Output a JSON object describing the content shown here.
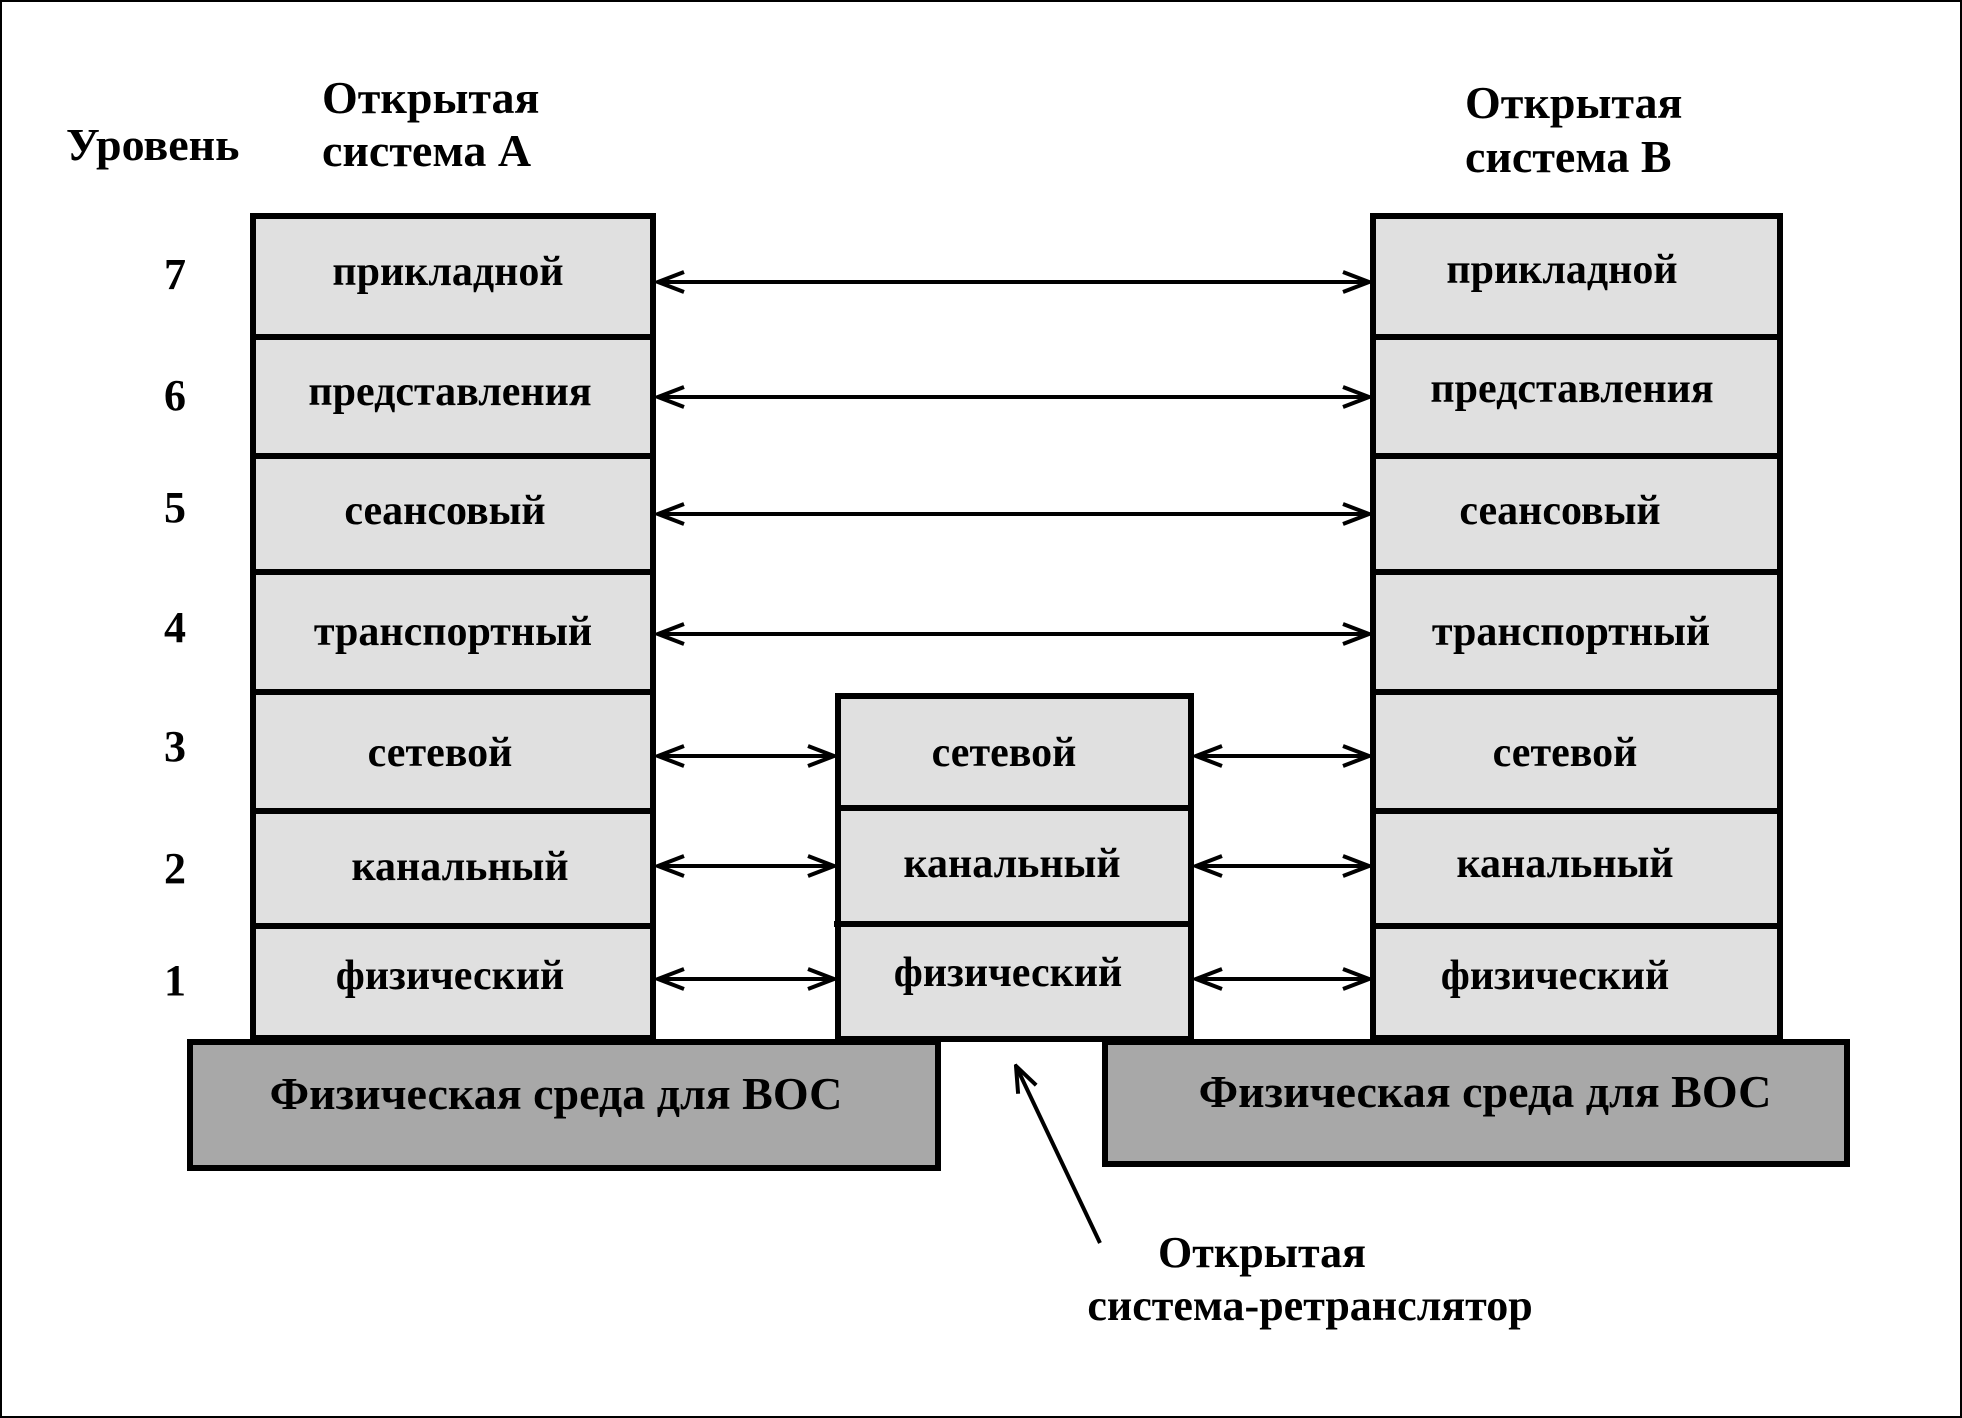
{
  "level_header": "Уровень",
  "level_numbers": [
    "7",
    "6",
    "5",
    "4",
    "3",
    "2",
    "1"
  ],
  "system_a": {
    "title_line1": "Открытая",
    "title_line2": "система А",
    "layers": [
      "прикладной",
      "представления",
      "сеансовый",
      "транспортный",
      "сетевой",
      "канальный",
      "физический"
    ]
  },
  "system_b": {
    "title_line1": "Открытая",
    "title_line2": "система В",
    "layers": [
      "прикладной",
      "представления",
      "сеансовый",
      "транспортный",
      "сетевой",
      "канальный",
      "физический"
    ]
  },
  "relay": {
    "title_line1": "Открытая",
    "title_line2": "система-ретранслятор",
    "layers": [
      "сетевой",
      "канальный",
      "физический"
    ]
  },
  "media": {
    "left_label": "Физическая среда для ВОС",
    "right_label": "Физическая среда для ВОС"
  },
  "colors": {
    "layer_fill": "#e0e0e0",
    "media_fill": "#a8a8a8",
    "stroke": "#000000",
    "background": "#ffffff"
  }
}
